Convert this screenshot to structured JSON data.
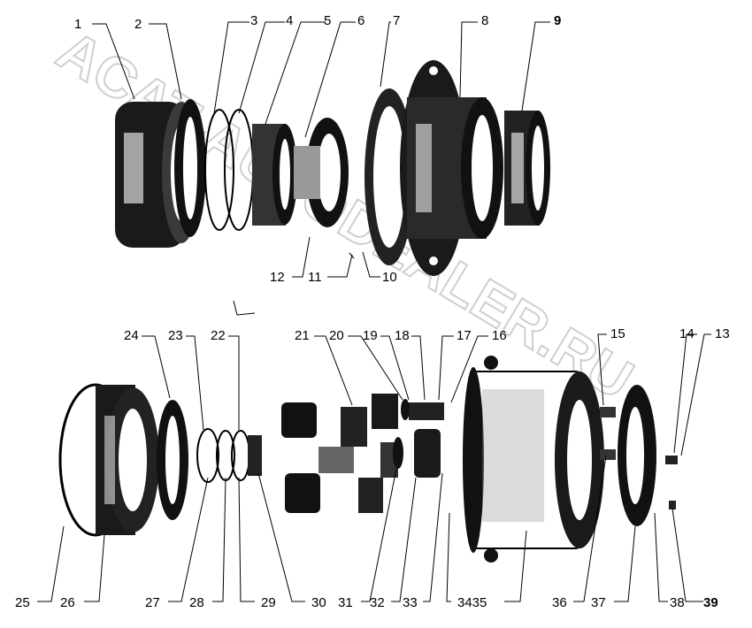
{
  "watermark": "ACAT-AUTODEALER.RU",
  "labels": {
    "l1": "1",
    "l2": "2",
    "l3": "3",
    "l4": "4",
    "l5": "5",
    "l6": "6",
    "l7": "7",
    "l8": "8",
    "l9": "9",
    "l10": "10",
    "l11": "11",
    "l12": "12",
    "l13": "13",
    "l14": "14",
    "l15": "15",
    "l16": "16",
    "l17": "17",
    "l18": "18",
    "l19": "19",
    "l20": "20",
    "l21": "21",
    "l22": "22",
    "l23": "23",
    "l24": "24",
    "l25": "25",
    "l26": "26",
    "l27": "27",
    "l28": "28",
    "l29": "29",
    "l30": "30",
    "l31": "31",
    "l32": "32",
    "l33": "33",
    "l3435": "3435",
    "l36": "36",
    "l37": "37",
    "l38": "38",
    "l39": "39"
  }
}
